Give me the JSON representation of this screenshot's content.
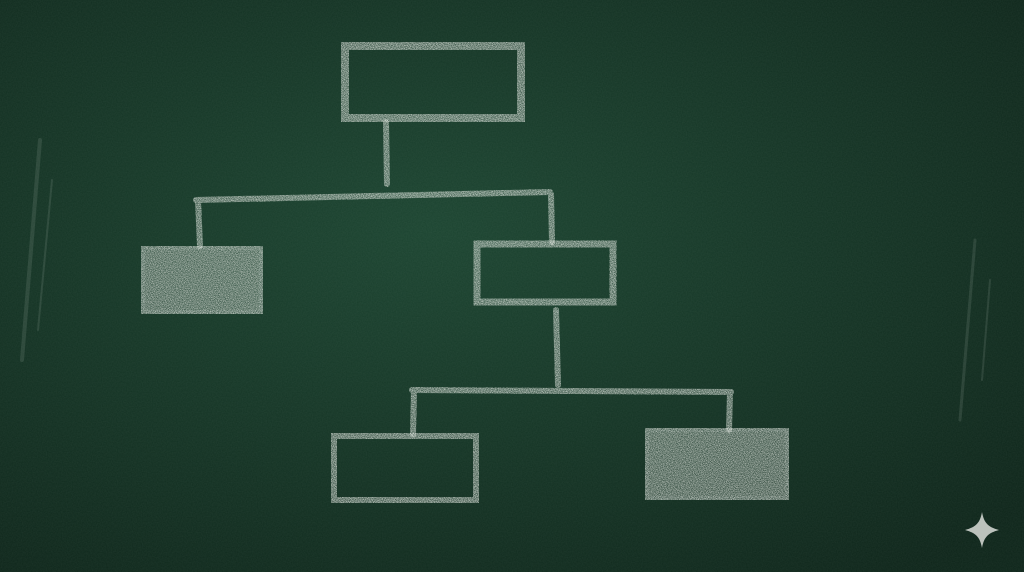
{
  "scene": {
    "board_color": "#1b4430",
    "board_color_dark": "#0d2419",
    "chalk_color": "#e8ece6",
    "sparkle_color": "#d9ddd8"
  },
  "diagram": {
    "type": "hierarchy",
    "nodes": [
      {
        "id": "root",
        "style": "outline",
        "text": ""
      },
      {
        "id": "left-child",
        "style": "filled",
        "text": ""
      },
      {
        "id": "right-child",
        "style": "outline",
        "text": ""
      },
      {
        "id": "leaf-left",
        "style": "outline",
        "text": ""
      },
      {
        "id": "leaf-right",
        "style": "filled",
        "text": ""
      }
    ],
    "edges": [
      {
        "from": "root",
        "to": "left-child"
      },
      {
        "from": "root",
        "to": "right-child"
      },
      {
        "from": "right-child",
        "to": "leaf-left"
      },
      {
        "from": "right-child",
        "to": "leaf-right"
      }
    ]
  },
  "watermark": {
    "icon": "sparkle-icon"
  }
}
